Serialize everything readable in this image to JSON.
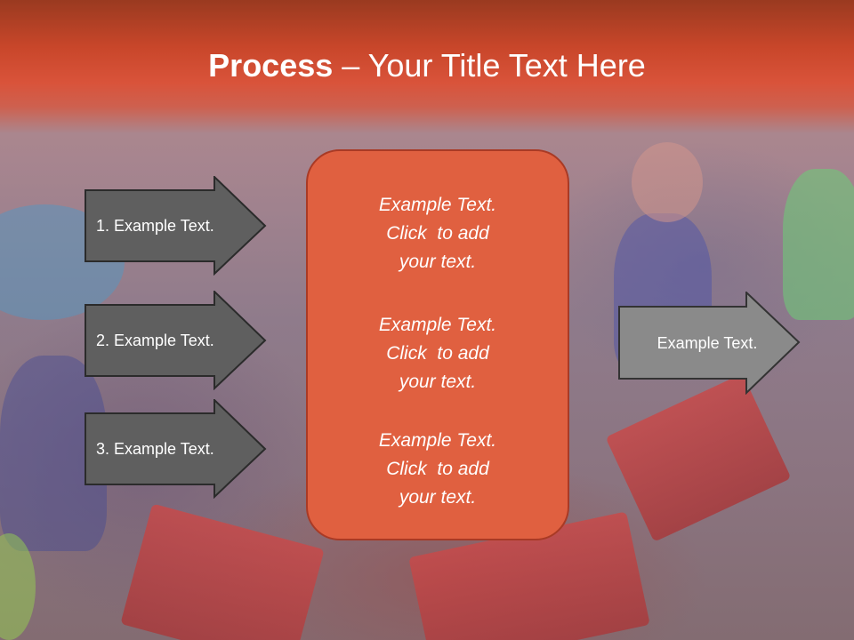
{
  "slide": {
    "title_bold": "Process",
    "title_rest": " – Your Title Text Here"
  },
  "left_steps": [
    {
      "label": "1. Example Text."
    },
    {
      "label": "2. Example Text."
    },
    {
      "label": "3. Example Text."
    }
  ],
  "center_blocks": [
    {
      "line1": "Example Text.",
      "line2": "Click  to add",
      "line3": "your text."
    },
    {
      "line1": "Example Text.",
      "line2": "Click  to add",
      "line3": "your text."
    },
    {
      "line1": "Example Text.",
      "line2": "Click  to add",
      "line3": "your text."
    }
  ],
  "right_step": {
    "label": "Example Text."
  },
  "colors": {
    "header_red": "#d9533a",
    "box_orange": "#e06040",
    "arrow_gray": "#5f5f5f",
    "right_arrow_gray": "#8a8a8a"
  }
}
